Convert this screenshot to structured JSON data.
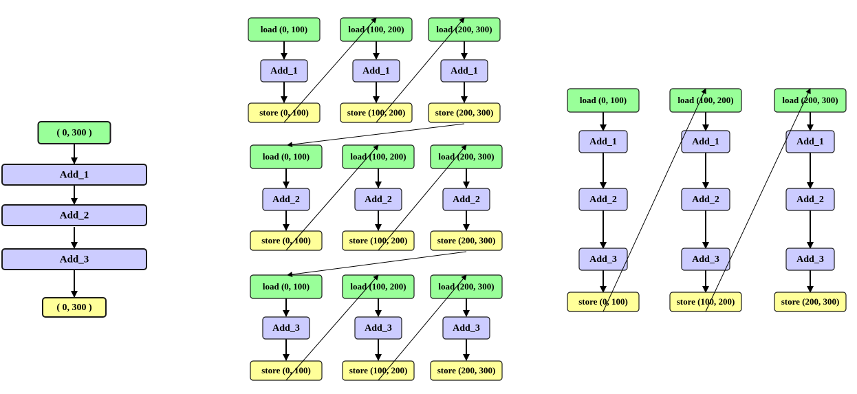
{
  "colors": {
    "load": "#99ff99",
    "op": "#ccccff",
    "store": "#ffff99",
    "stroke": "#1a1a1a",
    "edge": "#000000"
  },
  "left": {
    "input": "( 0, 300 )",
    "ops": [
      "Add_1",
      "Add_2",
      "Add_3"
    ],
    "output": "( 0, 300 )"
  },
  "middle": {
    "rows": [
      {
        "op": "Add_1",
        "cols": [
          {
            "load": "load (0, 100)",
            "store": "store (0, 100)"
          },
          {
            "load": "load (100, 200)",
            "store": "store (100, 200)"
          },
          {
            "load": "load (200, 300)",
            "store": "store (200, 300)"
          }
        ]
      },
      {
        "op": "Add_2",
        "cols": [
          {
            "load": "load (0, 100)",
            "store": "store (0, 100)"
          },
          {
            "load": "load (100, 200)",
            "store": "store (100, 200)"
          },
          {
            "load": "load (200, 300)",
            "store": "store (200, 300)"
          }
        ]
      },
      {
        "op": "Add_3",
        "cols": [
          {
            "load": "load (0, 100)",
            "store": "store (0, 100)"
          },
          {
            "load": "load (100, 200)",
            "store": "store (100, 200)"
          },
          {
            "load": "load (200, 300)",
            "store": "store (200, 300)"
          }
        ]
      }
    ]
  },
  "right": {
    "cols": [
      {
        "load": "load (0, 100)",
        "ops": [
          "Add_1",
          "Add_2",
          "Add_3"
        ],
        "store": "store (0, 100)"
      },
      {
        "load": "load (100, 200)",
        "ops": [
          "Add_1",
          "Add_2",
          "Add_3"
        ],
        "store": "store (100, 200)"
      },
      {
        "load": "load (200, 300)",
        "ops": [
          "Add_1",
          "Add_2",
          "Add_3"
        ],
        "store": "store (200, 300)"
      }
    ]
  }
}
